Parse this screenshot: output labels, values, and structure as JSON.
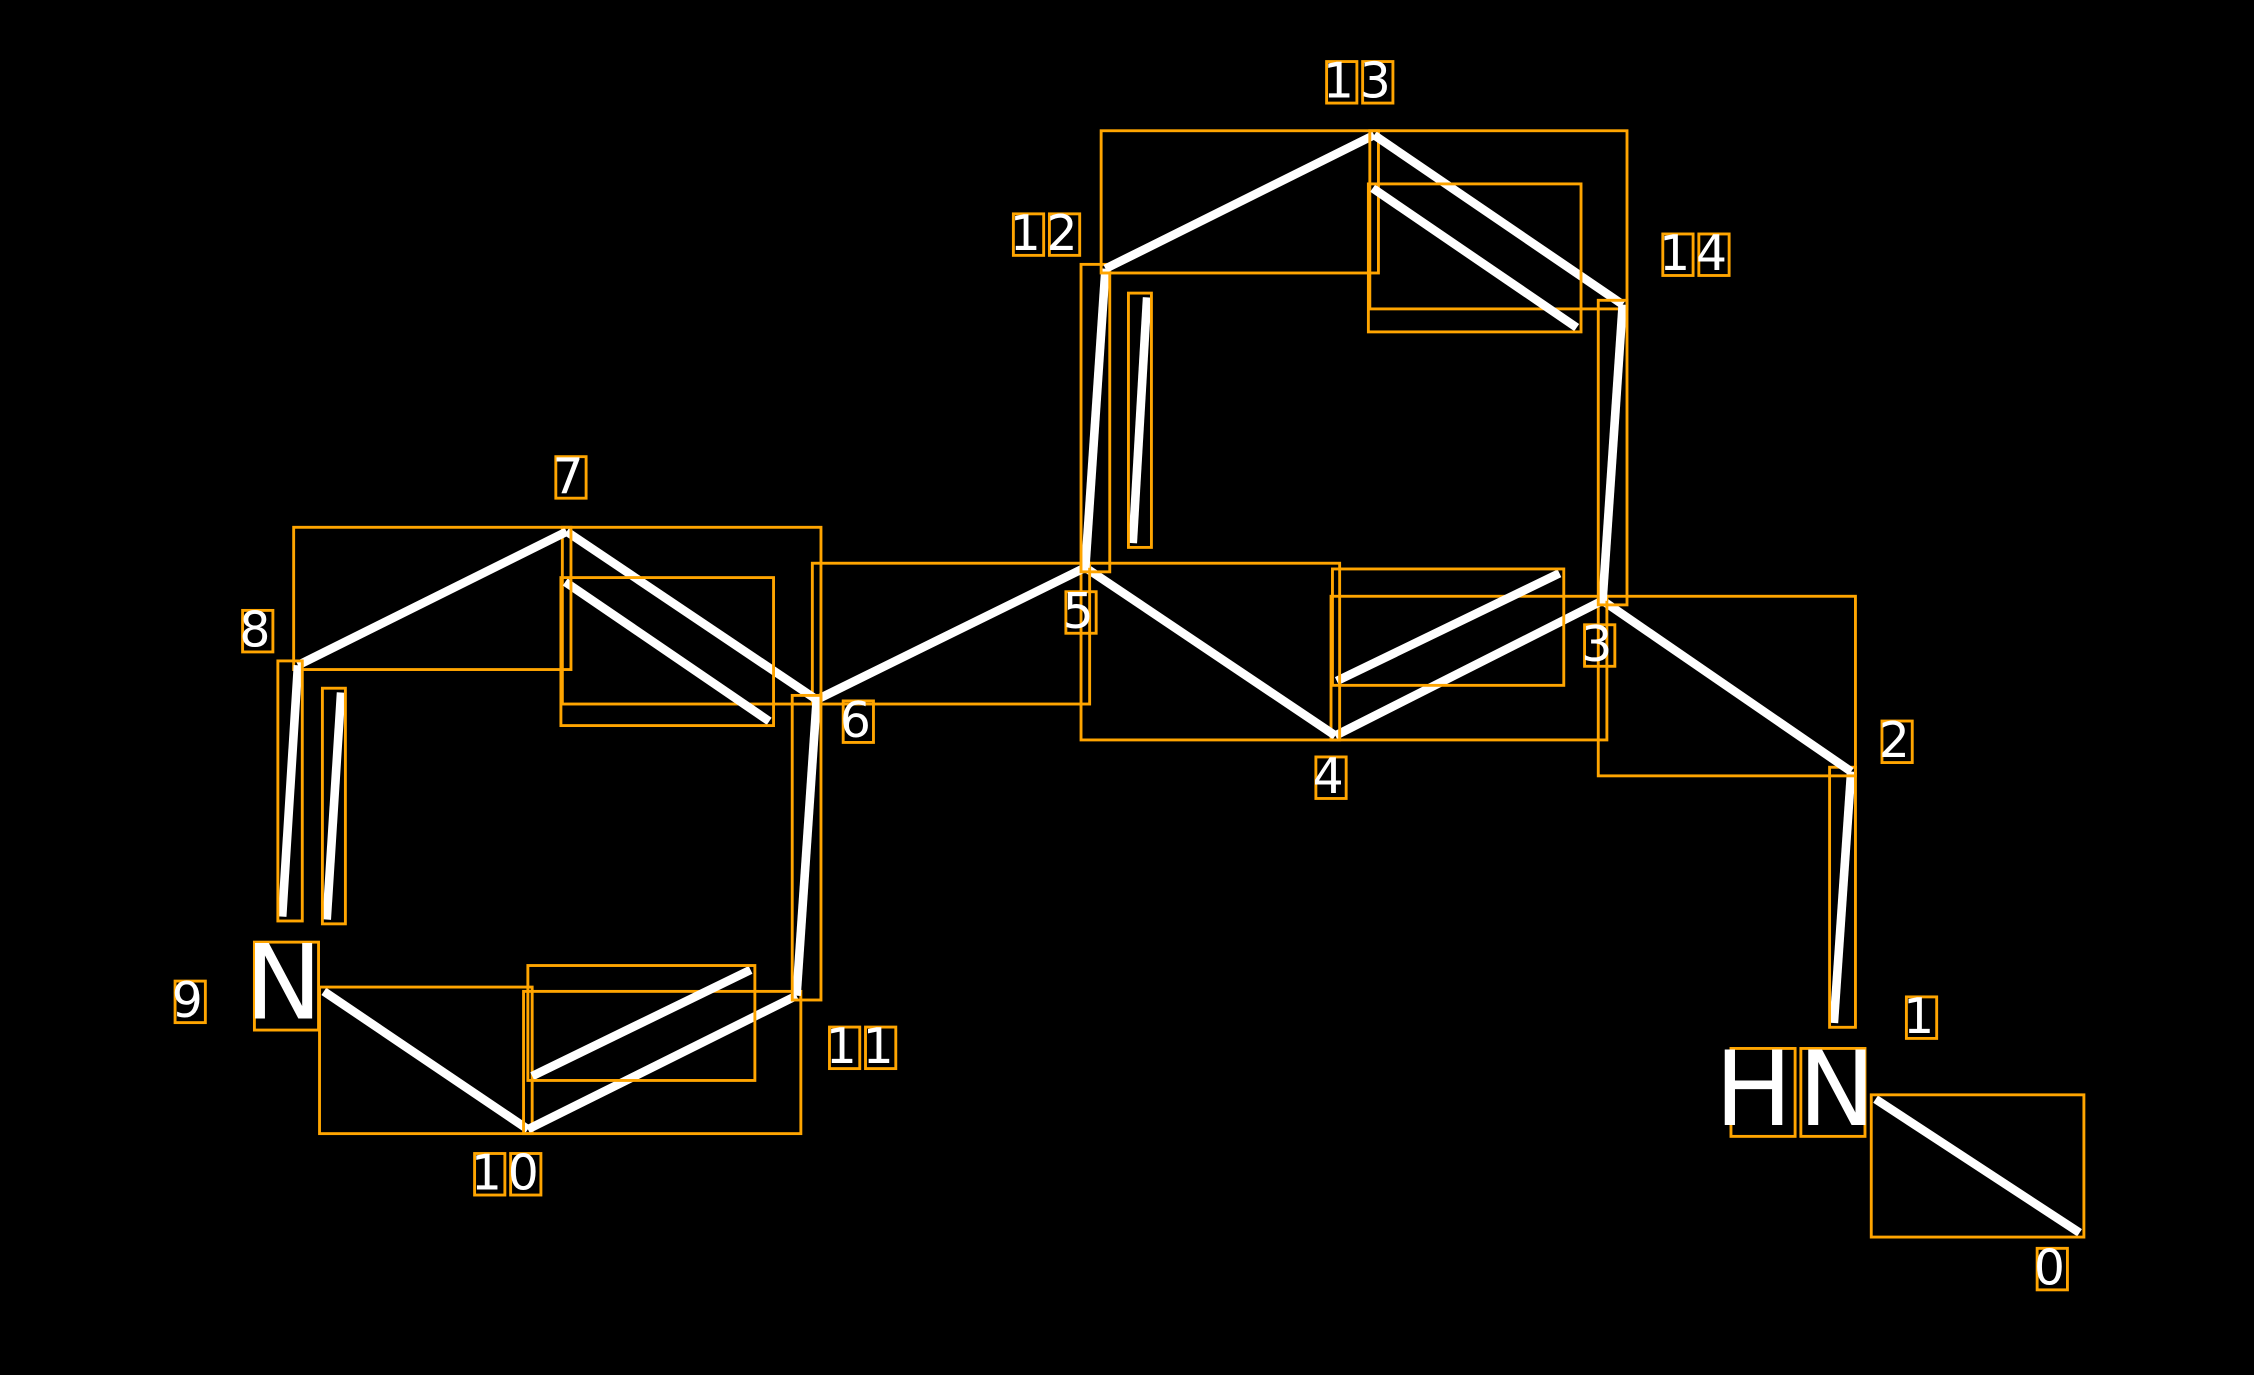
{
  "diagram": {
    "title": "molecule",
    "colors": {
      "background": "#000000",
      "bond": "#ffffff",
      "box": "#FFA500",
      "text": "#ffffff"
    },
    "atoms": [
      {
        "index": "0",
        "symbol": ""
      },
      {
        "index": "1",
        "symbol": "HN"
      },
      {
        "index": "2",
        "symbol": ""
      },
      {
        "index": "3",
        "symbol": ""
      },
      {
        "index": "4",
        "symbol": ""
      },
      {
        "index": "5",
        "symbol": ""
      },
      {
        "index": "6",
        "symbol": ""
      },
      {
        "index": "7",
        "symbol": ""
      },
      {
        "index": "8",
        "symbol": ""
      },
      {
        "index": "9",
        "symbol": "N"
      },
      {
        "index": "10",
        "symbol": ""
      },
      {
        "index": "11",
        "symbol": ""
      },
      {
        "index": "12",
        "symbol": ""
      },
      {
        "index": "13",
        "symbol": ""
      },
      {
        "index": "14",
        "symbol": ""
      }
    ],
    "bonds": [
      {
        "from": 0,
        "to": 1,
        "order": 1
      },
      {
        "from": 1,
        "to": 2,
        "order": 1
      },
      {
        "from": 2,
        "to": 3,
        "order": 1
      },
      {
        "from": 3,
        "to": 4,
        "order": 2
      },
      {
        "from": 4,
        "to": 5,
        "order": 1
      },
      {
        "from": 5,
        "to": 6,
        "order": 1
      },
      {
        "from": 6,
        "to": 7,
        "order": 2
      },
      {
        "from": 7,
        "to": 8,
        "order": 1
      },
      {
        "from": 8,
        "to": 9,
        "order": 2
      },
      {
        "from": 9,
        "to": 10,
        "order": 1
      },
      {
        "from": 10,
        "to": 11,
        "order": 2
      },
      {
        "from": 11,
        "to": 6,
        "order": 1
      },
      {
        "from": 5,
        "to": 12,
        "order": 2
      },
      {
        "from": 12,
        "to": 13,
        "order": 1
      },
      {
        "from": 13,
        "to": 14,
        "order": 2
      },
      {
        "from": 14,
        "to": 3,
        "order": 1
      }
    ]
  }
}
